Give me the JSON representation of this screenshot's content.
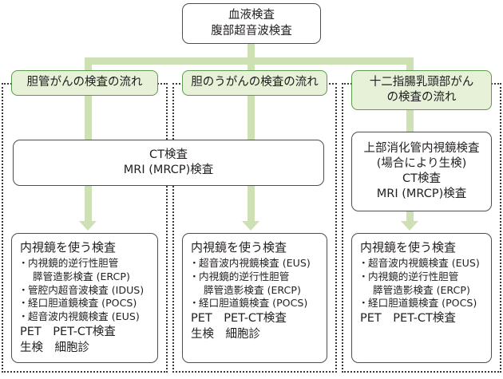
{
  "diagram": {
    "top_box": {
      "lines": [
        "血液検査",
        "腹部超音波検査"
      ]
    },
    "columns": [
      {
        "header": {
          "lines": [
            "胆管がんの検査の流れ"
          ]
        },
        "middle": {
          "lines": [
            "CT検査",
            "MRI (MRCP)検査"
          ]
        },
        "result": {
          "title": "内視鏡を使う検査",
          "bullets": [
            {
              "text": "内視鏡的逆行性胆管",
              "continuation": false
            },
            {
              "text": "膵管造影検査 (ERCP)",
              "continuation": true
            },
            {
              "text": "管腔内超音波検査 (IDUS)",
              "continuation": false
            },
            {
              "text": "経口胆道鏡検査 (POCS)",
              "continuation": false
            },
            {
              "text": "超音波内視鏡検査 (EUS)",
              "continuation": false
            }
          ],
          "tail_lines": [
            "PET　PET-CT検査",
            "生検　細胞診"
          ]
        }
      },
      {
        "header": {
          "lines": [
            "胆のうがんの検査の流れ"
          ]
        },
        "middle": {
          "lines": [
            "CT検査",
            "MRI (MRCP)検査"
          ]
        },
        "result": {
          "title": "内視鏡を使う検査",
          "bullets": [
            {
              "text": "超音波内視鏡検査 (EUS)",
              "continuation": false
            },
            {
              "text": "内視鏡的逆行性胆管",
              "continuation": false
            },
            {
              "text": "膵管造影検査 (ERCP)",
              "continuation": true
            },
            {
              "text": "経口胆道鏡検査 (POCS)",
              "continuation": false
            }
          ],
          "tail_lines": [
            "PET　PET-CT検査",
            "生検　細胞診"
          ]
        }
      },
      {
        "header": {
          "lines": [
            "十二指腸乳頭部がん",
            "の検査の流れ"
          ]
        },
        "middle": {
          "lines": [
            "上部消化管内視鏡検査",
            "(場合により生検)",
            "CT検査",
            "MRI (MRCP)検査"
          ]
        },
        "result": {
          "title": "内視鏡を使う検査",
          "bullets": [
            {
              "text": "超音波内視鏡検査 (EUS)",
              "continuation": false
            },
            {
              "text": "内視鏡的逆行性胆管",
              "continuation": false
            },
            {
              "text": "膵管造影検査 (ERCP)",
              "continuation": true
            },
            {
              "text": "経口胆道鏡検査 (POCS)",
              "continuation": false
            }
          ],
          "tail_lines": [
            "PET　PET-CT検査"
          ]
        }
      }
    ],
    "colors": {
      "connector_green": "#cde1b4",
      "header_fill": "#e6f1d8",
      "header_border": "#5d9b4e",
      "box_border": "#4d4d4d",
      "region_border": "#3a3a3a",
      "text": "#231f20"
    }
  }
}
